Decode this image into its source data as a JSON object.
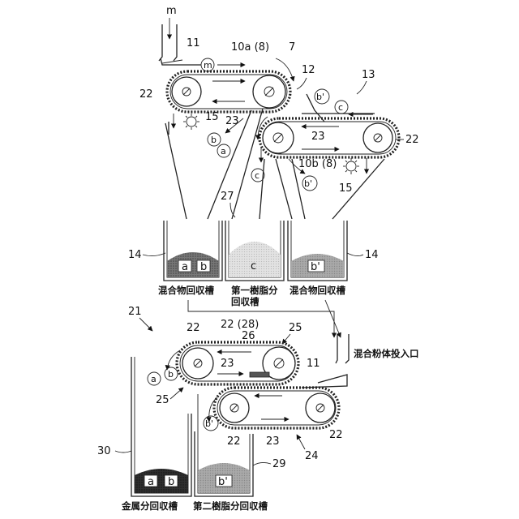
{
  "labels": {
    "m_top": "m",
    "n11_top": "11",
    "n10a": "10a (8)",
    "n7": "7",
    "n12": "12",
    "n13": "13",
    "n22_a": "22",
    "n23_a": "23",
    "n15_a": "15",
    "n23_b": "23",
    "n22_b": "22",
    "n10b": "10b (8)",
    "n15_b": "15",
    "n27": "27",
    "n14_l": "14",
    "n14_r": "14",
    "n21": "21",
    "n22_c": "22",
    "n22_28": "22 (28)",
    "n26": "26",
    "n25_top": "25",
    "n23_c": "23",
    "n11_bot": "11",
    "n25_bot": "25",
    "n22_d": "22",
    "n23_d": "23",
    "n22_e": "22",
    "n24": "24",
    "n30": "30",
    "n29": "29"
  },
  "circled": {
    "m": "m",
    "b_prime_1": "b'",
    "c_1": "c",
    "b_1": "b",
    "a_1": "a",
    "c_2": "c",
    "b_prime_2": "b'",
    "a_2": "a",
    "b_2": "b",
    "b_prime_3": "b'"
  },
  "bins": {
    "mix_left_a": "a",
    "mix_left_b": "b",
    "first_resin_c": "c",
    "mix_right_b": "b'",
    "metal_a": "a",
    "metal_b": "b",
    "second_resin_b": "b'"
  },
  "captions": {
    "mixture_left": "混合物回収槽",
    "first_resin_1": "第一樹脂分",
    "first_resin_2": "回収槽",
    "mixture_right": "混合物回収槽",
    "inlet": "混合粉体投入口",
    "metal": "金属分回収槽",
    "second_resin": "第二樹脂分回収槽"
  }
}
